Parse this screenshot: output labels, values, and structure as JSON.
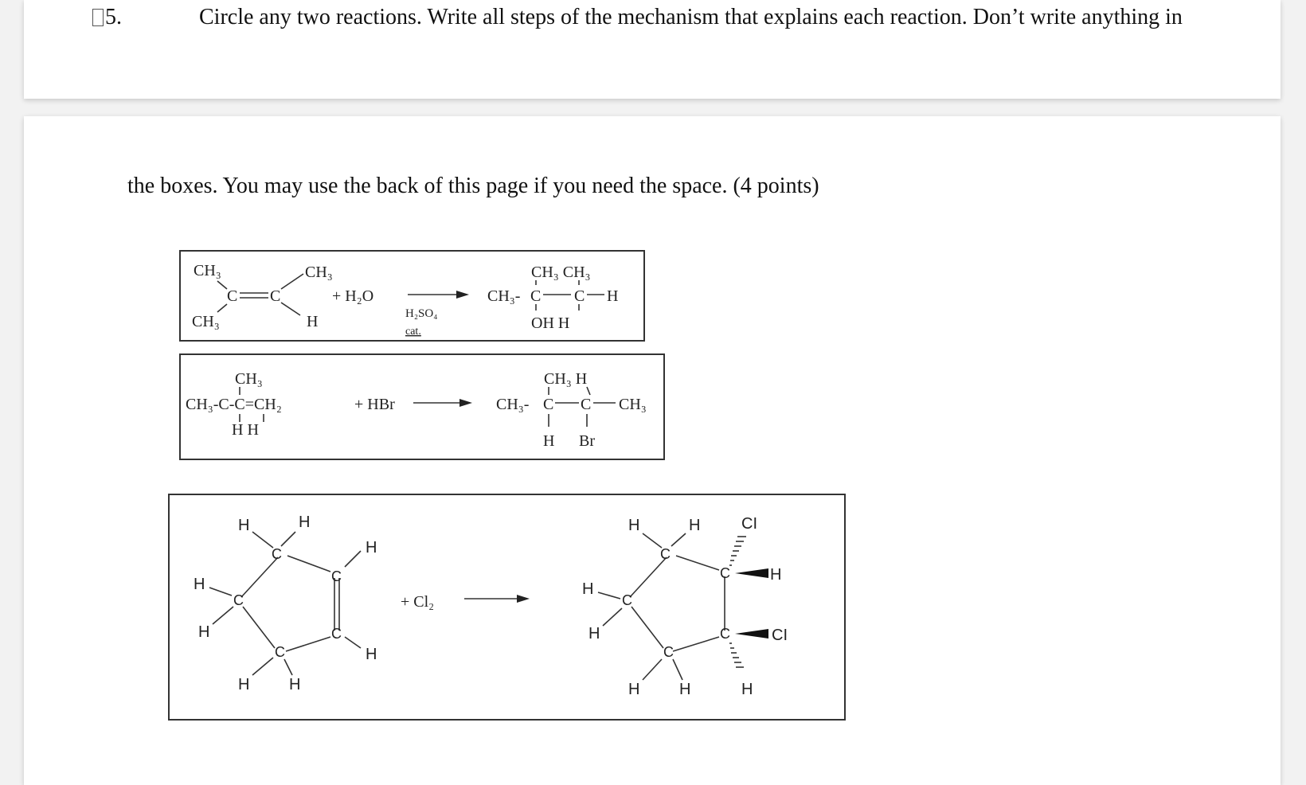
{
  "question": {
    "number": "5.",
    "line1": "Circle any two reactions. Write all steps of the mechanism that explains each reaction. Don’t write anything in",
    "line2": "the boxes.  You may use the back of this page if you need the space.  (4 points)"
  },
  "reaction1": {
    "reactant_top_left": "CH₃",
    "reactant_bottom_left": "CH₃",
    "reactant_top_right": "CH₃",
    "reactant_bottom_right": "H",
    "reactant_c1": "C",
    "reactant_c2": "C",
    "reagent": "+ H₂O",
    "catalyst": "H₂SO₄",
    "catalyst_note": "cat.",
    "product_top": "CH₃ CH₃",
    "product_chain_left": "CH₃-",
    "product_c1": "C",
    "product_c2": "C",
    "product_right": "H",
    "product_bottom": "OH  H"
  },
  "reaction2": {
    "reactant_top": "CH₃",
    "reactant_chain": "CH₃-C-C=CH₂",
    "reactant_bottom": "H  H",
    "reagent": "+ HBr",
    "product_top": "CH₃ H",
    "product_chain_left": "CH₃-",
    "product_c1": "C",
    "product_c2": "C",
    "product_right": "CH₃",
    "product_bottom_h": "H",
    "product_bottom_br": "Br"
  },
  "reaction3": {
    "reagent": "+ Cl₂",
    "atom_c": "C",
    "atom_h": "H",
    "atom_cl": "CI"
  }
}
